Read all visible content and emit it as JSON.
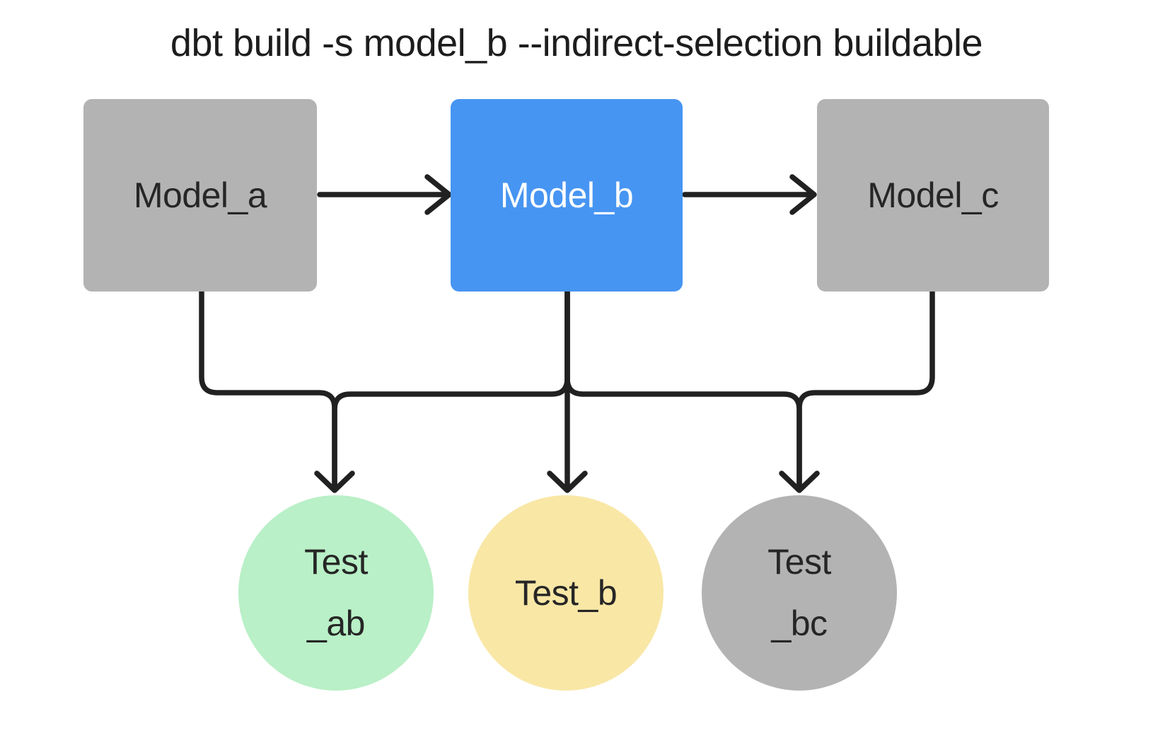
{
  "title": "dbt build -s model_b --indirect-selection buildable",
  "colors": {
    "background": "#ffffff",
    "line": "#212121",
    "title_text": "#1d1d1d",
    "gray_node": "#b3b3b3",
    "blue_node": "#4795f2",
    "green_node": "#b9f0c7",
    "yellow_node": "#f9e7a6",
    "dark_text": "#262626",
    "light_text": "#ffffff"
  },
  "nodes": {
    "model_a": {
      "label": "Model_a",
      "type": "model",
      "color": "#b3b3b3",
      "text_color": "#262626"
    },
    "model_b": {
      "label": "Model_b",
      "type": "model",
      "color": "#4795f2",
      "text_color": "#ffffff"
    },
    "model_c": {
      "label": "Model_c",
      "type": "model",
      "color": "#b3b3b3",
      "text_color": "#262626"
    },
    "test_ab": {
      "label": "Test _ab",
      "lines": [
        "Test",
        "_ab"
      ],
      "type": "test",
      "color": "#b9f0c7",
      "text_color": "#262626"
    },
    "test_b": {
      "label": "Test_b",
      "lines": [
        "Test_b"
      ],
      "type": "test",
      "color": "#f9e7a6",
      "text_color": "#262626"
    },
    "test_bc": {
      "label": "Test _bc",
      "lines": [
        "Test",
        "_bc"
      ],
      "type": "test",
      "color": "#b3b3b3",
      "text_color": "#262626"
    }
  },
  "edges": [
    {
      "from": "Model_a",
      "to": "Model_b"
    },
    {
      "from": "Model_b",
      "to": "Model_c"
    },
    {
      "from": "Model_a",
      "to": "Test_ab"
    },
    {
      "from": "Model_b",
      "to": "Test_ab"
    },
    {
      "from": "Model_b",
      "to": "Test_b"
    },
    {
      "from": "Model_b",
      "to": "Test_bc"
    },
    {
      "from": "Model_c",
      "to": "Test_bc"
    }
  ]
}
